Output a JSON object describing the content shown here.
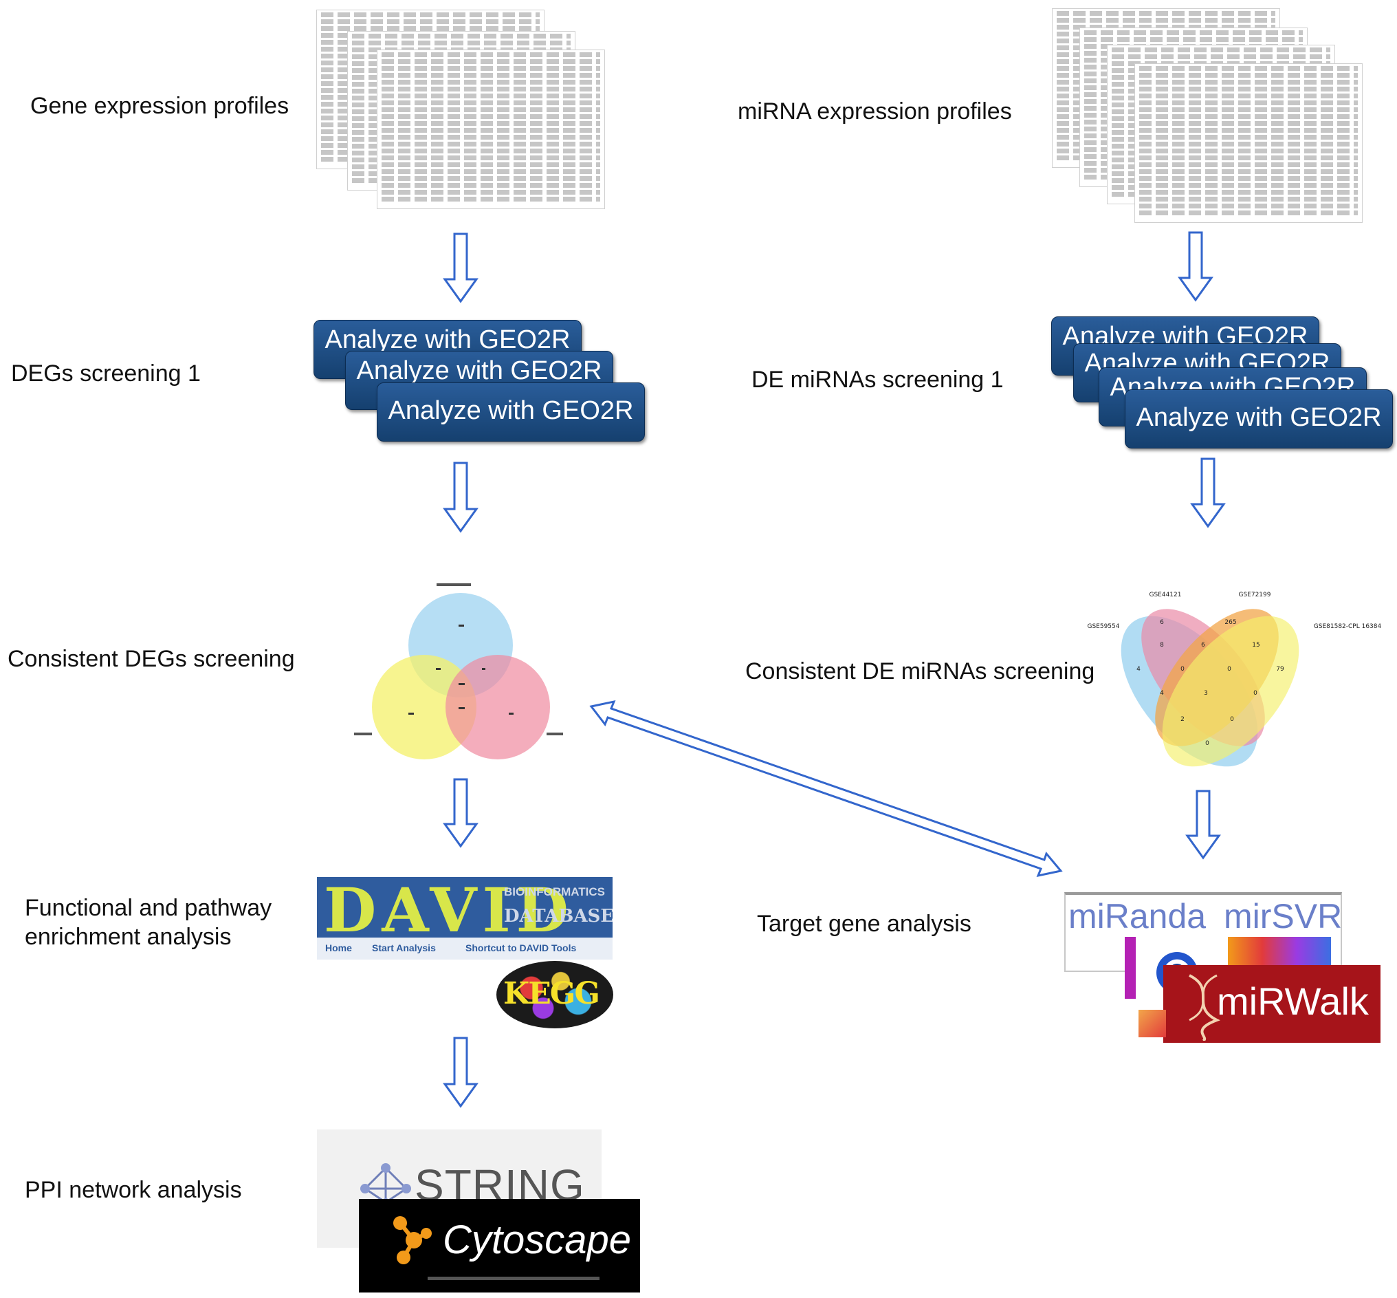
{
  "left": {
    "gene_expression": "Gene expression profiles",
    "degs_screening": "DEGs screening 1",
    "consistent_degs": "Consistent DEGs screening",
    "functional_line1": "Functional and pathway",
    "functional_line2": "enrichment analysis",
    "ppi": "PPI network analysis"
  },
  "right": {
    "mirna_expression": "miRNA expression profiles",
    "de_mirnas": "DE miRNAs screening 1",
    "consistent_de_mirnas": "Consistent DE miRNAs screening",
    "target_gene": "Target gene analysis"
  },
  "buttons": {
    "geo2r": "Analyze with GEO2R"
  },
  "logos": {
    "david_title": "DAVID",
    "david_sub1": "BIOINFORMATICS",
    "david_sub2": "DATABASE",
    "david_nav": [
      "Home",
      "Start Analysis",
      "Shortcut to DAVID Tools"
    ],
    "kegg": "KEGG",
    "string": "STRING",
    "cytoscape": "Cytoscape",
    "mirwalk": "miRWalk",
    "miranda": "miRanda",
    "mirsvr": "mirSVR"
  },
  "venn_right": {
    "sets": [
      "GSE44121",
      "GSE72199",
      "GSE59554",
      "GSE81582-CPL 16384"
    ],
    "values": [
      "6",
      "265",
      "8",
      "6",
      "15",
      "4",
      "0",
      "0",
      "79",
      "4",
      "3",
      "0",
      "2",
      "0",
      "0"
    ]
  },
  "colors": {
    "arrow": "#3366cc",
    "button": "#1f4f86",
    "venn_blue": "#9ed3f0",
    "venn_yellow": "#f4f06a",
    "venn_pink": "#f08aa0",
    "venn_orange": "#f2a64a",
    "mirwalk_bg": "#a6141a",
    "cytoscape_bg": "#000000"
  }
}
